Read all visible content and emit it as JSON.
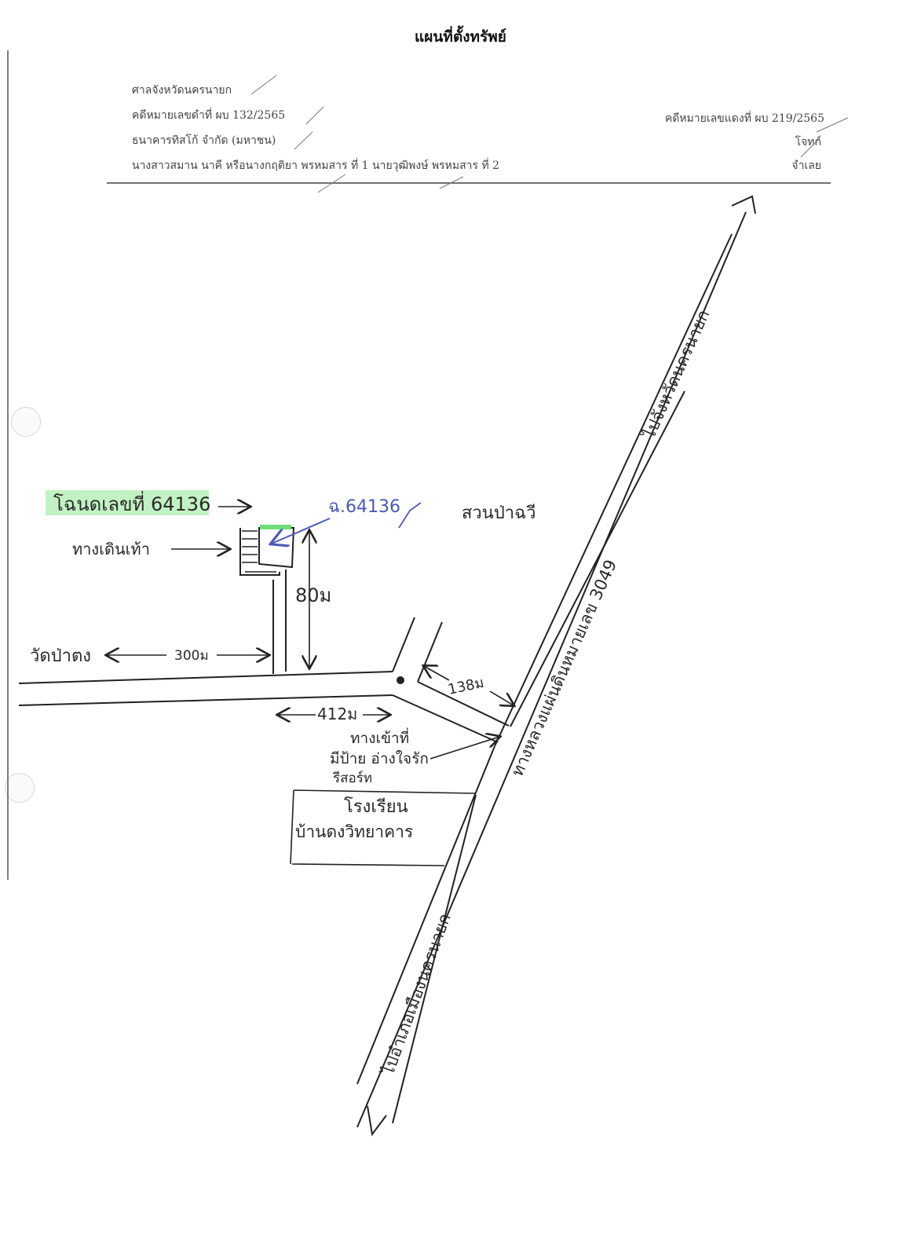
{
  "header": {
    "title": "แผนที่ตั้งทรัพย์",
    "court": "ศาลจังหวัดนครนายก",
    "black_case": "คดีหมายเลขดำที่ ผบ 132/2565",
    "red_case": "คดีหมายเลขแดงที่ ผบ 219/2565",
    "plaintiff": "ธนาคารทิสโก้ จำกัด (มหาชน)",
    "plaintiff_role": "โจทก์",
    "defendants": "นางสาวสมาน นาคี หรือนางกฤติยา พรหมสาร ที่ 1 นายวุฒิพงษ์ พรหมสาร ที่ 2",
    "defendants_role": "จำเลย"
  },
  "map": {
    "deed_label": "โฉนดเลขที่ 64136",
    "deed_mark": "ฉ.64136",
    "footpath": "ทางเดินเท้า",
    "garden": "สวนป่าฉวี",
    "dist_80": "80ม",
    "temple": "วัดป่าตง",
    "dist_300": "300ม",
    "dist_412": "412ม",
    "dist_138": "138ม",
    "entrance_lines": [
      "ทางเข้าที่",
      "มีป้าย อ่างใจรัก",
      "รีสอร์ท"
    ],
    "school_lines": [
      "โรงเรียน",
      "บ้านดงวิทยาคาร"
    ],
    "highway": "ทางหลวงแผ่นดินหมายเลข 3049",
    "to_nakhon_nayok": "ไปจังหวัดนครนายก",
    "to_prachinburi": "ไปอำเภอเมืองนครนายก",
    "highlight_color": "#b7f0b8",
    "pen_blue": "#4a5ab8"
  }
}
